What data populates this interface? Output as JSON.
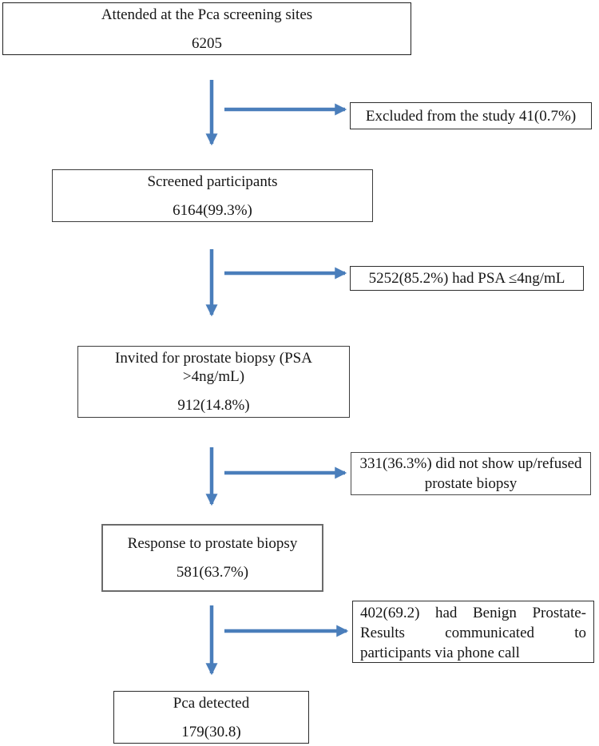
{
  "arrow_color": "#4a7ebb",
  "flow": {
    "main_boxes": [
      {
        "id": "attended",
        "label": "Attended at the Pca screening sites",
        "value": "6205"
      },
      {
        "id": "screened",
        "label": "Screened participants",
        "value": "6164(99.3%)"
      },
      {
        "id": "invited",
        "label": "Invited for prostate biopsy (PSA >4ng/mL)",
        "value": "912(14.8%)"
      },
      {
        "id": "response",
        "label": "Response to prostate biopsy",
        "value": "581(63.7%)"
      },
      {
        "id": "detected",
        "label": "Pca detected",
        "value": "179(30.8)"
      }
    ],
    "side_boxes": [
      {
        "id": "excluded",
        "text": "Excluded from the study 41(0.7%)"
      },
      {
        "id": "psa-low",
        "text": "5252(85.2%) had PSA ≤4ng/mL"
      },
      {
        "id": "no-show",
        "text": "331(36.3%) did not show up/refused prostate biopsy"
      },
      {
        "id": "benign",
        "text": "402(69.2) had Benign Prostate-Results communicated to participants via phone call"
      }
    ]
  }
}
